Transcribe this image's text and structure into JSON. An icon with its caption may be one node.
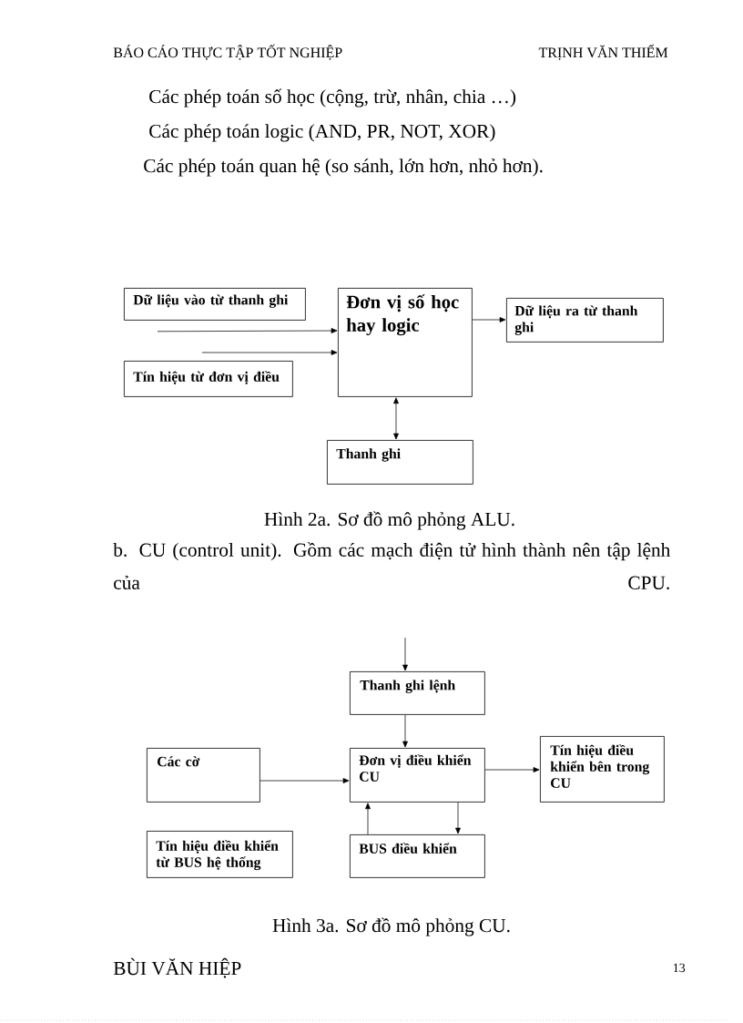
{
  "diagram": {
    "nodes": [
      {
        "text": [
          "Dữ liệu vào từ thanh ghi"
        ]
      },
      {
        "text": [
          "Đơn vị số học hay logic"
        ]
      },
      {
        "text": [
          "Dữ liệu ra từ thanh ghi"
        ]
      },
      {
        "text": [
          "Tín hiệu từ đơn vị điều"
        ]
      },
      {
        "text": [
          "Thanh ghi"
        ]
      },
      {
        "text": [
          "Thanh ghi lệnh"
        ]
      },
      {
        "text": [
          "Các cờ"
        ]
      },
      {
        "text": [
          "Đơn vị điều khiển CU"
        ]
      },
      {
        "text": [
          "Tín hiệu điều khiển bên trong CU"
        ]
      },
      {
        "text": [
          "Tín hiệu điều khiển từ BUS hệ thống"
        ]
      },
      {
        "text": [
          "BUS điều khiển"
        ]
      }
    ],
    "edges": [
      {
        "from": 0,
        "to": 1,
        "arrow": "to"
      },
      {
        "from": 3,
        "to": 1,
        "arrow": "to"
      },
      {
        "from": 1,
        "to": 2,
        "arrow": "to"
      },
      {
        "from": 1,
        "to": 4,
        "arrow": "both"
      },
      {
        "from": null,
        "to": 5,
        "arrow": "to"
      },
      {
        "from": 5,
        "to": 7,
        "arrow": "to"
      },
      {
        "from": 6,
        "to": 7,
        "arrow": "to"
      },
      {
        "from": 7,
        "to": 8,
        "arrow": "to"
      },
      {
        "from": 10,
        "to": 7,
        "arrow": "to"
      },
      {
        "from": 7,
        "to": 10,
        "arrow": "to"
      }
    ],
    "labels": [
      "BÁO CÁO THỰC TẬP TỐT NGHIỆP",
      "TRỊNH VĂN THIỂM",
      "Các phép toán số học (cộng, trừ, nhân, chia …)",
      "Các phép toán logic (AND, PR, NOT, XOR)",
      "Các phép toán quan hệ (so sánh, lớn hơn, nhỏ hơn).",
      "Hình 2a. Sơ đồ mô phỏng ALU.",
      "b. CU (control unit). Gồm các mạch điện tử hình thành nên tập lệnh của CPU.",
      "Hình 3a. Sơ đồ mô phỏng CU.",
      "BÙI VĂN HIỆP",
      "13"
    ]
  }
}
